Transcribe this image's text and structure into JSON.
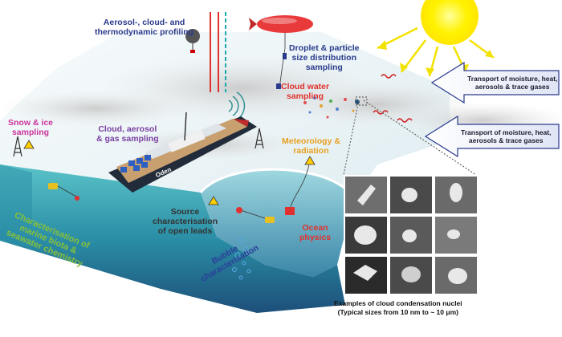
{
  "labels": {
    "aerosol_profiling": "Aerosol-, cloud- and\nthermodynamic profiling",
    "droplet_sampling": "Droplet & particle\nsize distribution\nsampling",
    "cloud_water": "Cloud water\nsampling",
    "snow_ice": "Snow & ice\nsampling",
    "cloud_aerosol_gas": "Cloud, aerosol\n& gas sampling",
    "meteorology": "Meteorology &\nradiation",
    "source_char": "Source\ncharacterisation\nof open leads",
    "ocean_physics": "Ocean\nphysics",
    "marine_biota": "Characterisation of\nmarine biota &\nseawater chemistry",
    "bubble": "Bubble\ncharacterisation",
    "ship_name": "Oden",
    "transport_1": "Transport of moisture, heat,\naerosols & trace gases",
    "transport_2": "Transport of moisture, heat,\naerosols & trace gases",
    "ccn_caption": "Examples of cloud condensation nuclei\n(Typical sizes from 10 nm to ~ 10 μm)"
  },
  "colors": {
    "navy": "#2a3a8c",
    "red": "#e0322d",
    "magenta": "#c8329a",
    "purple": "#7a3fa0",
    "orange": "#e8a020",
    "green": "#86c03c",
    "ice_top": "#eef6f8",
    "ice_side": "#3aa7b0",
    "sun": "#fff200"
  },
  "icons": [
    "sun-icon",
    "blimp-icon",
    "balloon-icon",
    "ship-icon",
    "mast-icon",
    "buoy-icon",
    "wave-arrow-icon"
  ]
}
